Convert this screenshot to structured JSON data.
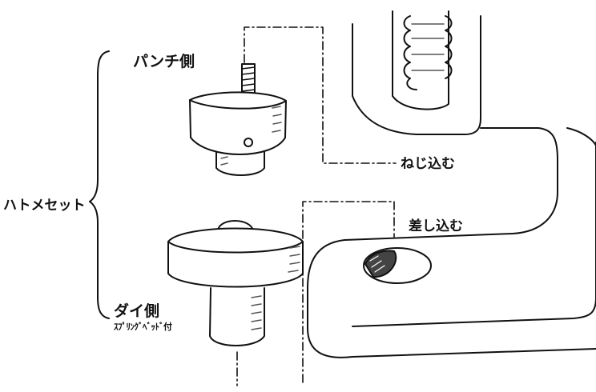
{
  "labels": {
    "punch_side": "パンチ側",
    "die_side": "ダイ側",
    "die_note": "ｽﾌﾟﾘﾝｸﾞﾍﾞｯﾄﾞ付",
    "eyelet_set": "ハトメセット",
    "screw_in": "ねじ込む",
    "insert": "差し込む"
  },
  "colors": {
    "ink": "#111111",
    "shade": "#555555",
    "paper": "#ffffff"
  },
  "icons": {
    "punch": "punch-part-drawing",
    "die": "die-part-drawing",
    "press": "press-frame-drawing",
    "brace": "curly-brace"
  }
}
